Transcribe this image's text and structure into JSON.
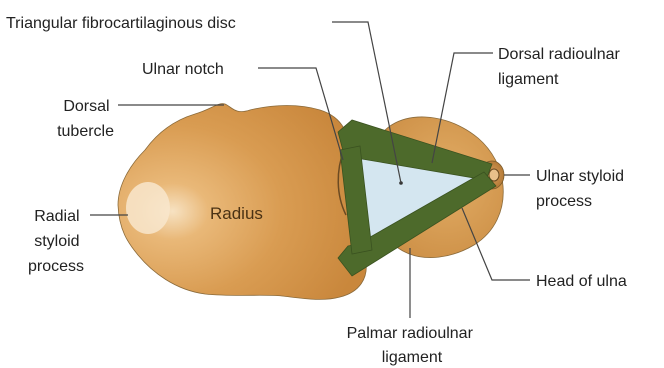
{
  "labels": {
    "triangular_disc": "Triangular fibrocartilaginous disc",
    "ulnar_notch": "Ulnar notch",
    "dorsal_tubercle": [
      "Dorsal",
      "tubercle"
    ],
    "dorsal_radioulnar_ligament": [
      "Dorsal radioulnar",
      "ligament"
    ],
    "radial_styloid_process": [
      "Radial",
      "styloid",
      "process"
    ],
    "radius": "Radius",
    "ulnar_styloid_process": [
      "Ulnar styloid",
      "process"
    ],
    "head_of_ulna": "Head of ulna",
    "palmar_radioulnar_ligament": [
      "Palmar radioulnar",
      "ligament"
    ]
  },
  "colors": {
    "bone": "#d9a05a",
    "bone_highlight": "#f6dcb4",
    "ligament": "#4d6a2b",
    "disc": "#d4e6f0",
    "leader": "#444444",
    "text": "#222222"
  }
}
